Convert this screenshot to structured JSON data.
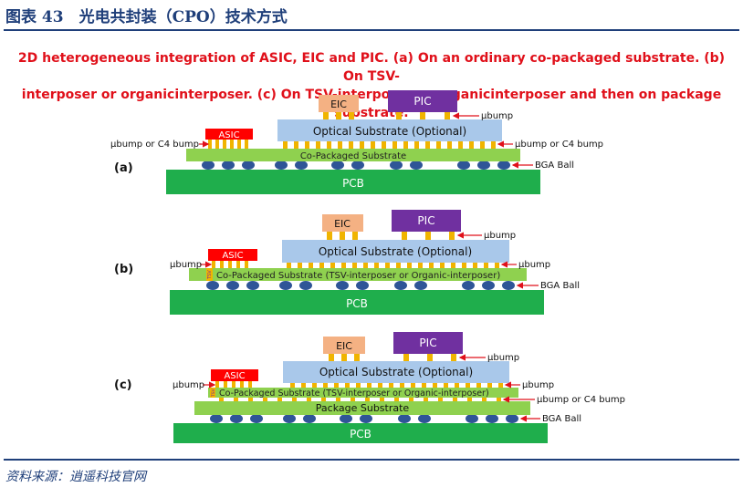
{
  "figure": {
    "title": "图表 43　光电共封装（CPO）技术方式",
    "caption_line1": "2D heterogeneous integration of ASIC, EIC and PIC. (a) On an ordinary co-packaged substrate. (b) On TSV-",
    "caption_line2": "interposer or organicinterposer. (c) On TSV-interposer or organicinterposer and then on package substrate.",
    "source": "资料来源：逍遥科技官网"
  },
  "colors": {
    "title": "#1f3f7a",
    "caption": "#e0101a",
    "pcb": "#1fae4c",
    "substrate": "#8fd14f",
    "optical": "#a9c8ea",
    "eic": "#f4b183",
    "pic": "#7030a0",
    "asic": "#ff0000",
    "bump": "#f0b400",
    "ball": "#2f5597",
    "arrow": "#e0101a"
  },
  "diagram_a": {
    "label": "(a)",
    "eic": "EIC",
    "pic": "PIC",
    "asic": "ASIC",
    "optical": "Optical Substrate (Optional)",
    "copackaged": "Co-Packaged Substrate",
    "pcb": "PCB",
    "annot_ubump": "μbump",
    "annot_left": "μbump or C4 bump",
    "annot_right": "μbump or C4 bump",
    "annot_ball": "BGA Ball"
  },
  "diagram_b": {
    "label": "(b)",
    "eic": "EIC",
    "pic": "PIC",
    "asic": "ASIC",
    "optical": "Optical Substrate (Optional)",
    "copackaged": "Co-Packaged Substrate (TSV-interposer or Organic-interposer)",
    "tsv": "TSV",
    "pcb": "PCB",
    "annot_ubump_top": "μbump",
    "annot_left": "μbump",
    "annot_right": "μbump",
    "annot_ball": "BGA Ball"
  },
  "diagram_c": {
    "label": "(c)",
    "eic": "EIC",
    "pic": "PIC",
    "asic": "ASIC",
    "optical": "Optical Substrate (Optional)",
    "copackaged": "Co-Packaged Substrate (TSV-interposer or Organic-interposer)",
    "tsv": "TSV",
    "package": "Package Substrate",
    "pcb": "PCB",
    "annot_ubump_top": "μbump",
    "annot_left": "μbump",
    "annot_right_ubump": "μbump",
    "annot_right_c4": "μbump or C4 bump",
    "annot_ball": "BGA Ball"
  }
}
